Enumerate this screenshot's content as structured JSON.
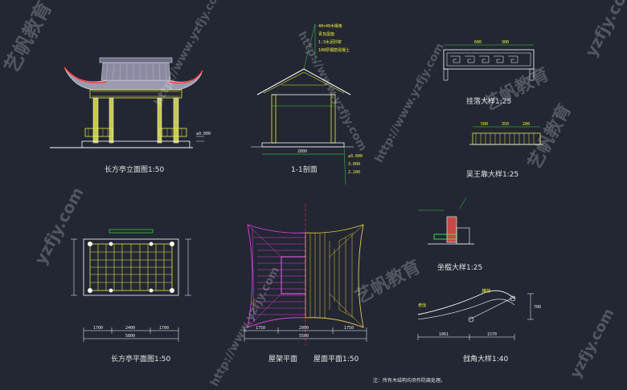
{
  "captions": {
    "elevation": "长方亭立面图1:50",
    "section": "1-1剖面",
    "hanging": "挂落大样1:25",
    "bench": "吴王靠大样1:25",
    "sill": "坐槛大样1:25",
    "plan": "长方亭平面图1:50",
    "frame": "屋架平面",
    "roof": "屋面平面1:50",
    "corner": "戗角大样1:40",
    "note": "注：所有木结构均须作防腐处理。"
  },
  "watermark": {
    "cn": "艺帆教育",
    "url": "http://www.yzfjy.com",
    "short": "yzfjy.com"
  },
  "dimensions": {
    "plan_bottom": [
      "1700",
      "2400",
      "1700"
    ],
    "plan_total": "5800",
    "roof_bottom": [
      "1750",
      "2000",
      "1750"
    ],
    "roof_total": "5500",
    "section_bottom": "2800",
    "elev_level": "±0.000",
    "corner_bottom": [
      "1061",
      "1570"
    ],
    "corner_side": "780",
    "hanging_top": [
      "600",
      "300"
    ],
    "bench_top": [
      "500",
      "350",
      "200"
    ]
  },
  "annotations": {
    "section": [
      "40×40木椽条",
      "青瓦屋面",
      "1:3水泥砂浆",
      "100厚钢筋混凝土",
      "±0.000",
      "3.000",
      "2.200"
    ],
    "corner": "嫩戗",
    "corner2": "老戗"
  }
}
